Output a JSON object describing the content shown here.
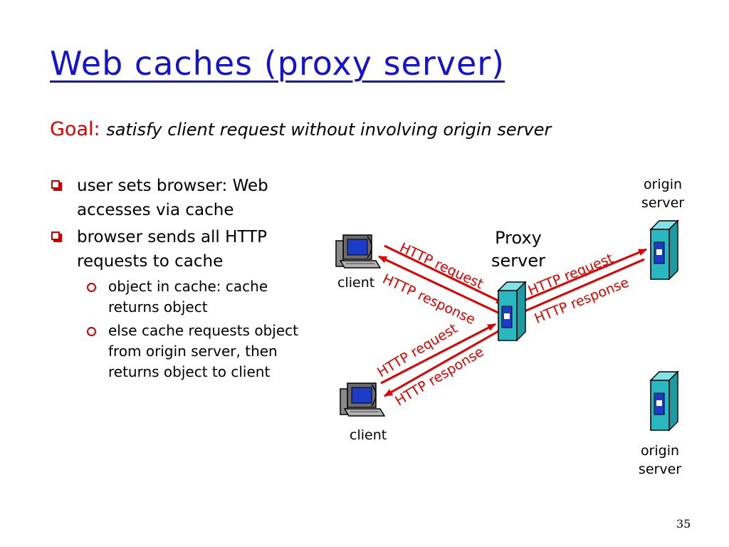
{
  "title": "Web caches (proxy server)",
  "goal": {
    "label": "Goal:",
    "text": "satisfy client request without involving origin server"
  },
  "bullets": [
    {
      "text": "user sets browser: Web accesses via  cache"
    },
    {
      "text": "browser sends all HTTP requests to  cache",
      "sub": [
        "object in cache: cache returns object",
        "else cache requests object from origin server, then returns object to client"
      ]
    }
  ],
  "diagram": {
    "client_top_label": "client",
    "client_bottom_label": "client",
    "proxy_label_line1": "Proxy",
    "proxy_label_line2": "server",
    "origin_top_line1": "origin",
    "origin_top_line2": "server",
    "origin_bottom_line1": "origin",
    "origin_bottom_line2": "server",
    "arrows": {
      "client1_request": "HTTP request",
      "client1_response": "HTTP response",
      "origin_request": "HTTP request",
      "origin_response": "HTTP response",
      "client2_request": "HTTP request",
      "client2_response": "HTTP response"
    }
  },
  "colors": {
    "title": "#1414cc",
    "accent_red": "#e00000",
    "server_teal": "#2ab8c0",
    "server_blue": "#1c3cc8"
  },
  "slide_number": "35"
}
